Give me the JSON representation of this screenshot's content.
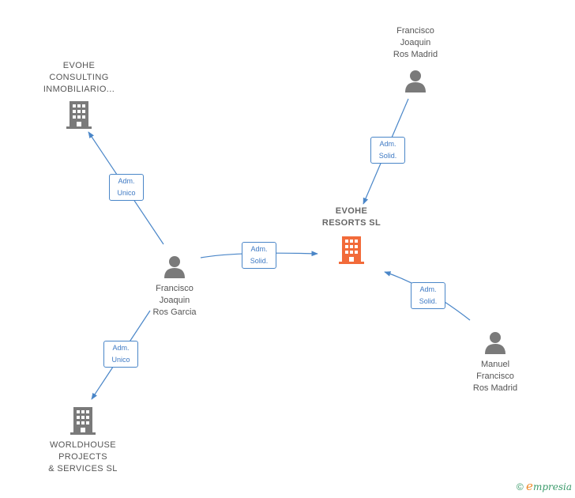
{
  "colors": {
    "edge": "#4a86c8",
    "badge_text": "#3f7ac4",
    "node_gray": "#7a7a7a",
    "focus_company": "#f26b3a",
    "label": "#555555"
  },
  "nodes": [
    {
      "id": "evohe_consulting",
      "kind": "company",
      "label": "EVOHE\nCONSULTING\nINMOBILIARIO...",
      "icon": "building-icon"
    },
    {
      "id": "evohe_resorts",
      "kind": "company-focus",
      "label": "EVOHE\nRESORTS SL",
      "icon": "building-icon"
    },
    {
      "id": "worldhouse",
      "kind": "company",
      "label": "WORLDHOUSE\nPROJECTS\n& SERVICES SL",
      "icon": "building-icon"
    },
    {
      "id": "fj_ros_madrid",
      "kind": "person",
      "label": "Francisco\nJoaquin\nRos Madrid",
      "icon": "person-icon"
    },
    {
      "id": "fj_ros_garcia",
      "kind": "person",
      "label": "Francisco\nJoaquin\nRos Garcia",
      "icon": "person-icon"
    },
    {
      "id": "mf_ros_madrid",
      "kind": "person",
      "label": "Manuel\nFrancisco\nRos Madrid",
      "icon": "person-icon"
    }
  ],
  "edges": [
    {
      "from": "fj_ros_garcia",
      "to": "evohe_consulting",
      "label": "Adm.\nUnico"
    },
    {
      "from": "fj_ros_garcia",
      "to": "evohe_resorts",
      "label": "Adm.\nSolid."
    },
    {
      "from": "fj_ros_garcia",
      "to": "worldhouse",
      "label": "Adm.\nUnico"
    },
    {
      "from": "fj_ros_madrid",
      "to": "evohe_resorts",
      "label": "Adm.\nSolid."
    },
    {
      "from": "mf_ros_madrid",
      "to": "evohe_resorts",
      "label": "Adm.\nSolid."
    }
  ],
  "footer": {
    "copyright": "©",
    "brand_initial": "e",
    "brand_rest": "mpresia"
  }
}
